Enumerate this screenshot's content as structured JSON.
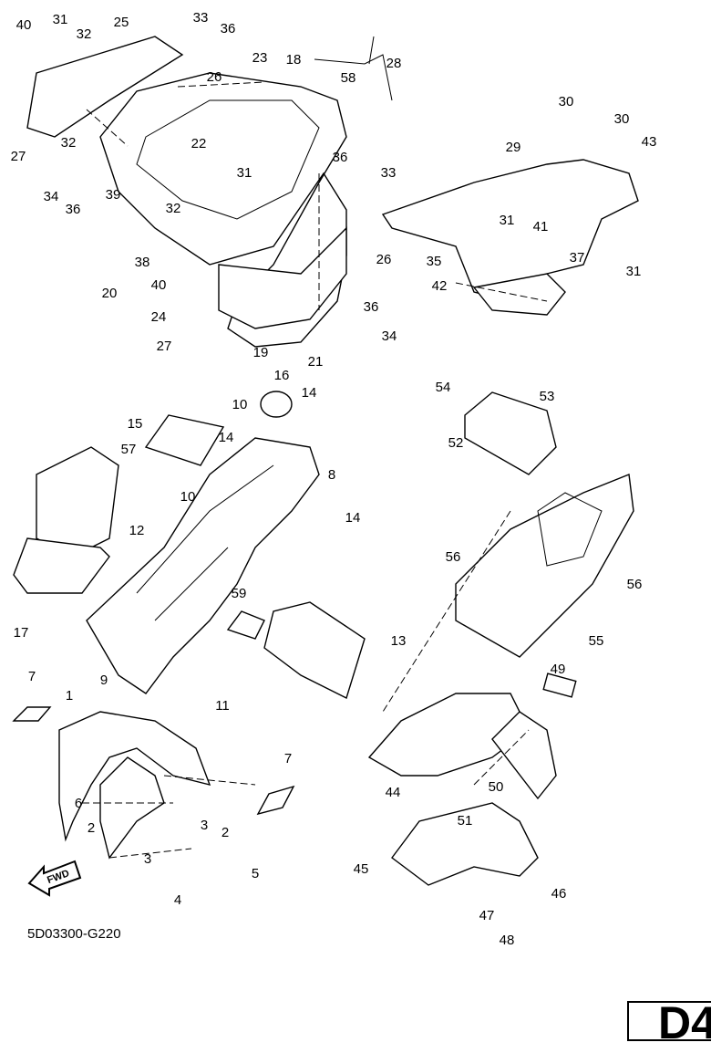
{
  "diagram": {
    "drawing_code": "5D03300-G220",
    "page_id": "D4",
    "fwd_arrow_text": "FWD",
    "callouts": [
      "40",
      "31",
      "25",
      "32",
      "33",
      "36",
      "23",
      "18",
      "58",
      "28",
      "26",
      "32",
      "27",
      "22",
      "31",
      "36",
      "33",
      "34",
      "36",
      "39",
      "32",
      "38",
      "20",
      "40",
      "26",
      "24",
      "36",
      "27",
      "19",
      "34",
      "21",
      "30",
      "30",
      "29",
      "43",
      "31",
      "41",
      "37",
      "35",
      "31",
      "42",
      "16",
      "14",
      "10",
      "15",
      "14",
      "57",
      "8",
      "10",
      "14",
      "12",
      "17",
      "59",
      "13",
      "9",
      "11",
      "54",
      "53",
      "52",
      "56",
      "56",
      "55",
      "49",
      "7",
      "1",
      "7",
      "6",
      "2",
      "3",
      "2",
      "5",
      "3",
      "4",
      "44",
      "51",
      "50",
      "45",
      "46",
      "47",
      "48"
    ]
  }
}
